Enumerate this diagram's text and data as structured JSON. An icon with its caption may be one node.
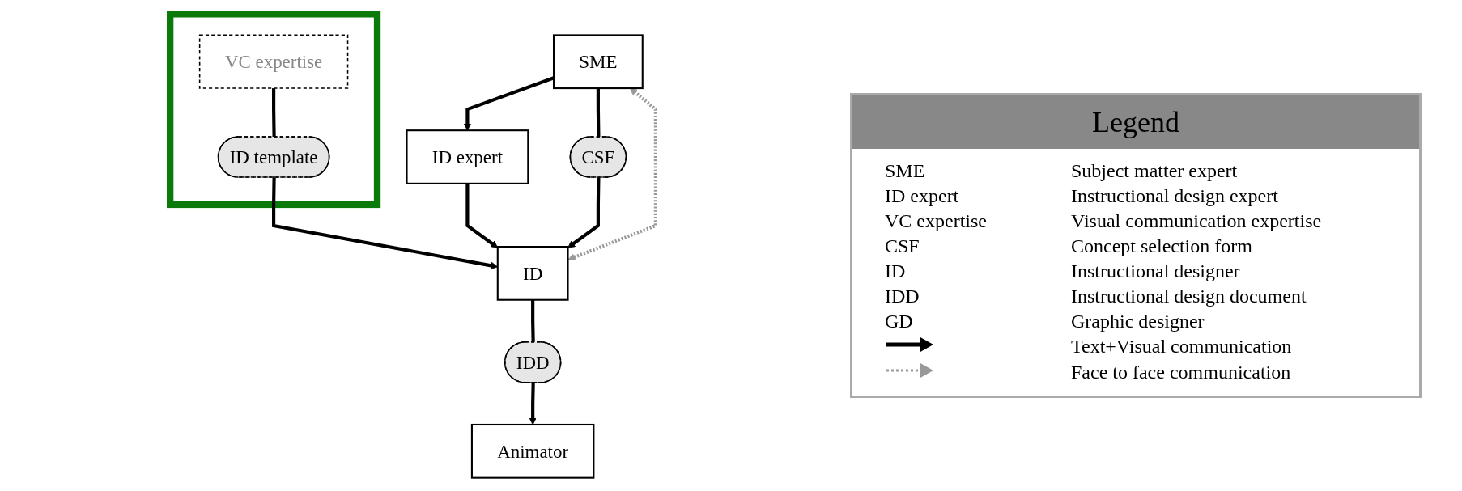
{
  "diagram": {
    "nodes": [
      {
        "text": [
          "SME"
        ]
      },
      {
        "text": [
          "ID expert"
        ]
      },
      {
        "text": [
          "CSF"
        ]
      },
      {
        "text": [
          "ID"
        ]
      },
      {
        "text": [],
        "shape": "box"
      },
      {
        "text": [
          "VC expertise"
        ],
        "in": 4
      },
      {
        "text": [
          "ID template"
        ],
        "in": 4
      },
      {
        "text": [
          "IDD"
        ]
      },
      {
        "text": [
          "Animator"
        ]
      }
    ],
    "edges": [
      {
        "from": 0,
        "to": 1,
        "arrow": "to"
      },
      {
        "from": 1,
        "to": 3,
        "arrow": "to"
      },
      {
        "from": 3,
        "to": 0,
        "arrow": "both",
        "style": "dashed",
        "color": "#999999"
      },
      {
        "from": 0,
        "to": 2,
        "arrow": "none"
      },
      {
        "from": 2,
        "to": 3,
        "arrow": "to"
      },
      {
        "from": 5,
        "to": 6,
        "arrow": "none"
      },
      {
        "from": 6,
        "to": 3,
        "arrow": "to"
      },
      {
        "from": 3,
        "to": 7,
        "arrow": "none"
      },
      {
        "from": 7,
        "to": 8,
        "arrow": "to"
      }
    ],
    "labels": [
      "Legend",
      "SME",
      "Subject matter expert",
      "ID expert",
      "Instructional design expert",
      "VC expertise",
      "Visual communication expertise",
      "CSF",
      "Concept selection form",
      "ID",
      "Instructional designer",
      "IDD",
      "Instructional design document",
      "GD",
      "Graphic designer"
    ],
    "legend": [
      {
        "text": "Text+Visual communication"
      },
      {
        "text": "Face to face communication"
      }
    ]
  }
}
